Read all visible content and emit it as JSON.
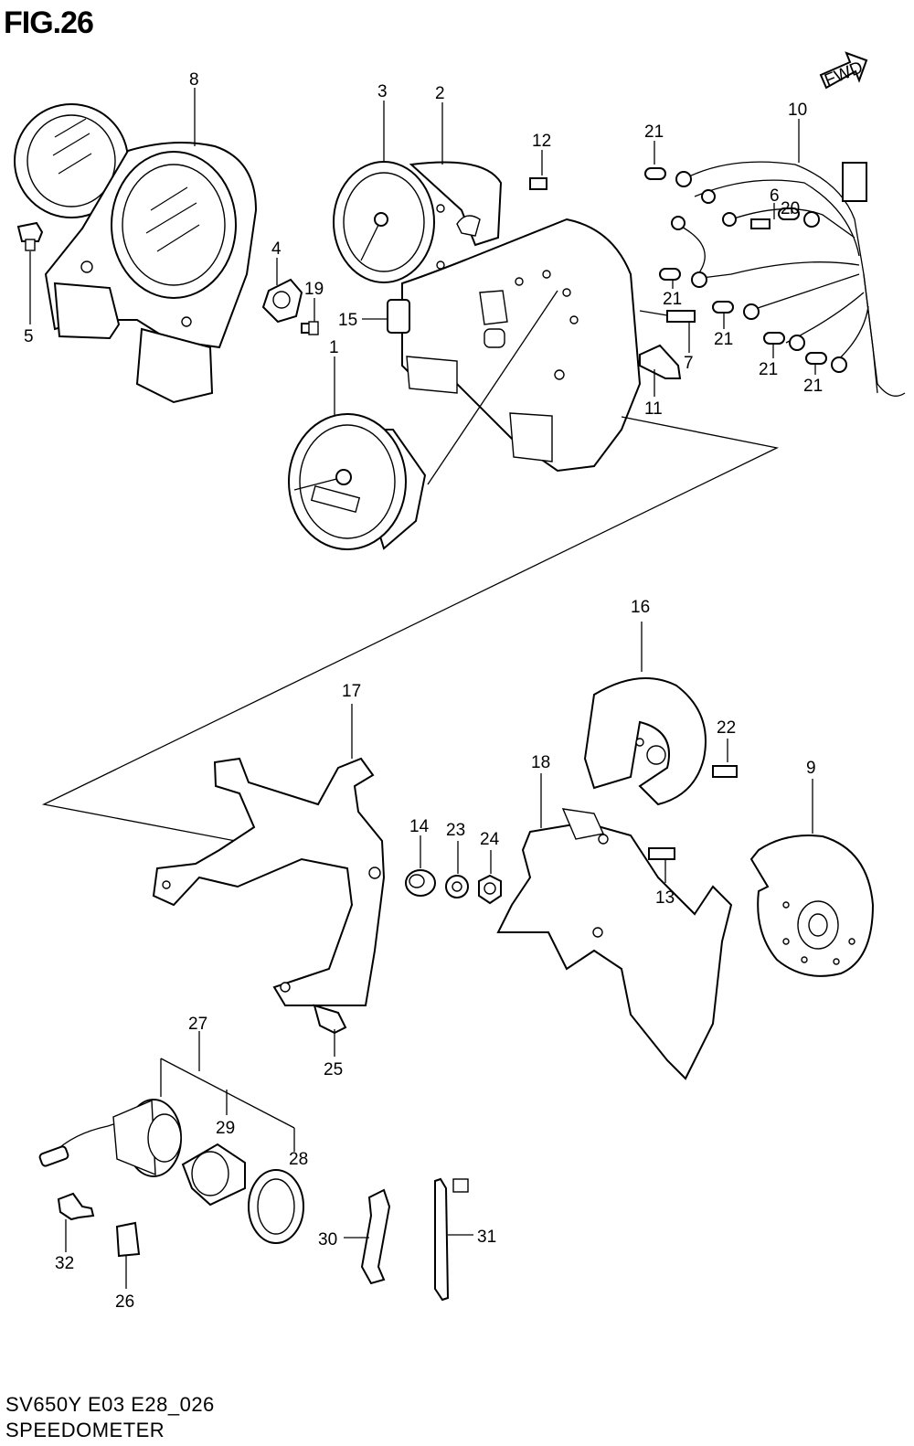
{
  "figure": {
    "title": "FIG.26",
    "model_code": "SV650Y E03 E28_026",
    "section": "SPEEDOMETER",
    "direction_label": "FWD"
  },
  "callouts": [
    "1",
    "2",
    "3",
    "4",
    "5",
    "6",
    "7",
    "8",
    "9",
    "10",
    "11",
    "12",
    "13",
    "14",
    "15",
    "16",
    "17",
    "18",
    "19",
    "20",
    "21",
    "21",
    "21",
    "21",
    "21",
    "22",
    "23",
    "24",
    "25",
    "26",
    "27",
    "28",
    "29",
    "30",
    "31",
    "32"
  ]
}
